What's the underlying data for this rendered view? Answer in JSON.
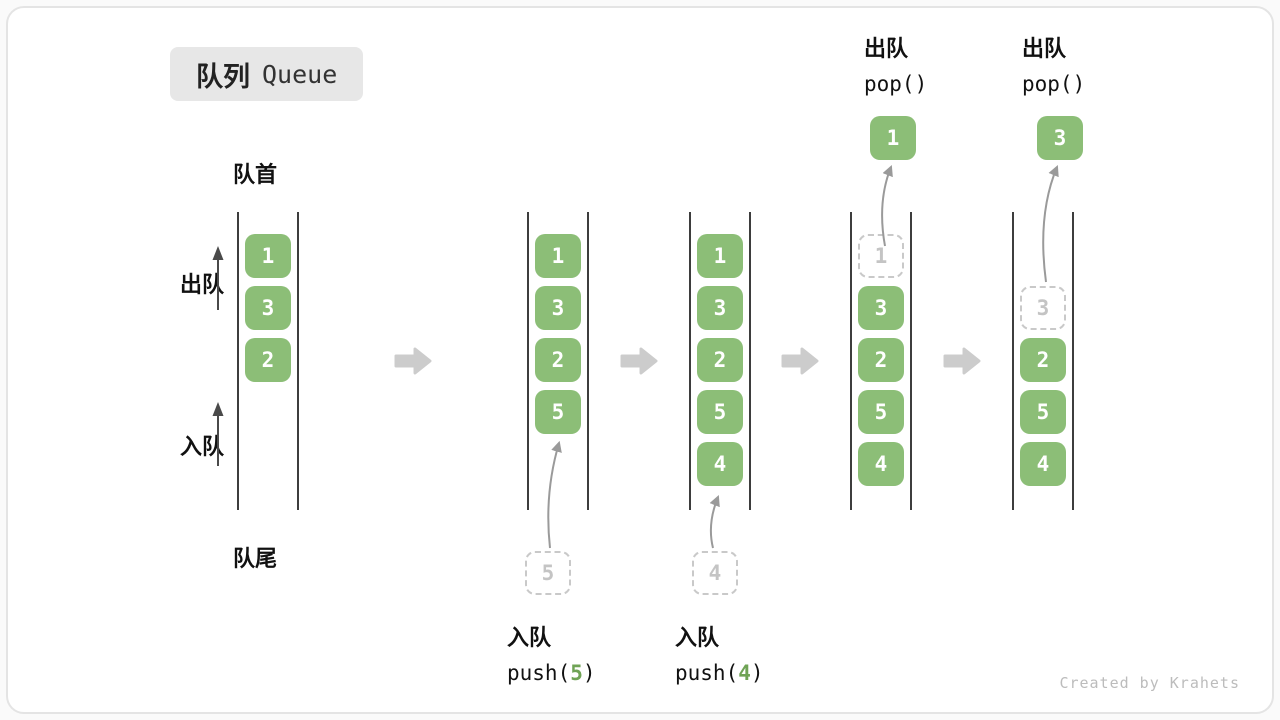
{
  "title": {
    "zh": "队列",
    "en": "Queue"
  },
  "labels": {
    "front": "队首",
    "rear": "队尾",
    "dequeue": "出队",
    "enqueue": "入队"
  },
  "queues": [
    {
      "cells": [
        "1",
        "3",
        "2"
      ]
    },
    {
      "cells": [
        "1",
        "3",
        "2",
        "5"
      ],
      "incoming": "5",
      "caption": {
        "action": "入队",
        "code_pre": "push(",
        "arg": "5",
        "code_post": ")"
      }
    },
    {
      "cells": [
        "1",
        "3",
        "2",
        "5",
        "4"
      ],
      "incoming": "4",
      "caption": {
        "action": "入队",
        "code_pre": "push(",
        "arg": "4",
        "code_post": ")"
      }
    },
    {
      "cells": [
        "1",
        "3",
        "2",
        "5",
        "4"
      ],
      "popped": "1",
      "caption": {
        "action": "出队",
        "code": "pop()"
      }
    },
    {
      "cells": [
        "3",
        "2",
        "5",
        "4"
      ],
      "popped": "3",
      "caption": {
        "action": "出队",
        "code": "pop()"
      }
    }
  ],
  "credit": "Created by Krahets",
  "colors": {
    "cell_green": "#8cbe77",
    "ghost_border": "#c9c9c9",
    "rail": "#3d3d3d",
    "step_arrow_gray": "#cccccc",
    "curve_arrow_gray": "#9a9a9a"
  }
}
